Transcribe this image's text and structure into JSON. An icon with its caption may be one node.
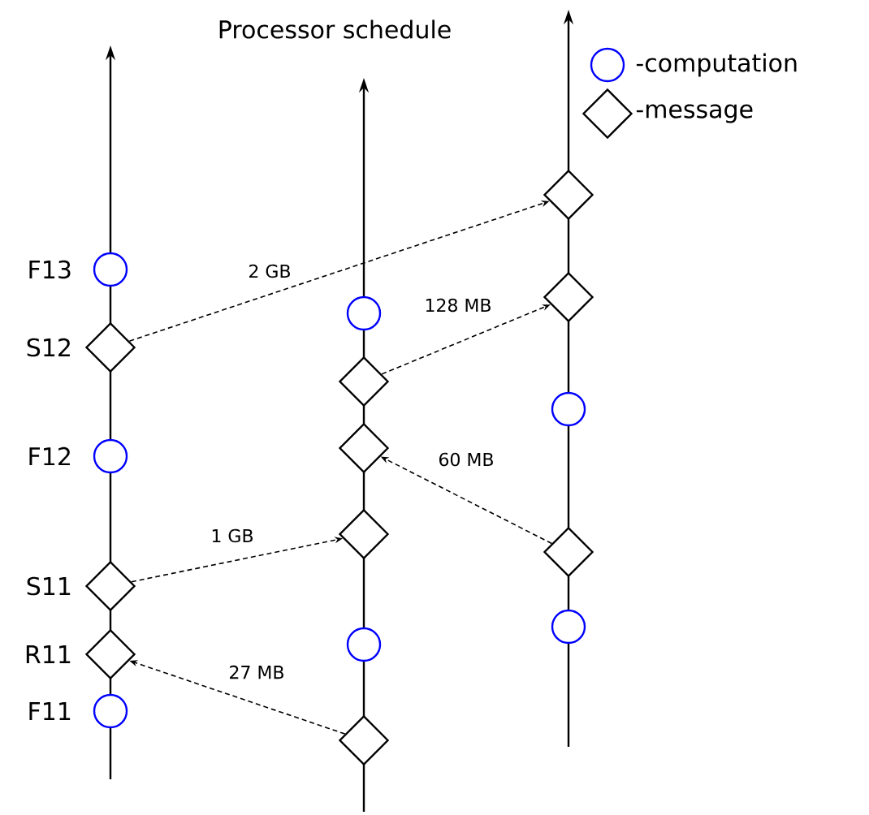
{
  "diagram": {
    "title": "Processor schedule",
    "nodes": [
      {
        "text": [],
        "shape": "circle",
        "beside": [
          "F13"
        ]
      },
      {
        "text": [],
        "shape": "diamond",
        "beside": [
          "S12"
        ]
      },
      {
        "text": [],
        "shape": "circle",
        "beside": [
          "F12"
        ]
      },
      {
        "text": [],
        "shape": "diamond",
        "beside": [
          "S11"
        ]
      },
      {
        "text": [],
        "shape": "diamond",
        "beside": [
          "R11"
        ]
      },
      {
        "text": [],
        "shape": "circle",
        "beside": [
          "F11"
        ]
      },
      {
        "text": [],
        "shape": "circle"
      },
      {
        "text": [],
        "shape": "diamond"
      },
      {
        "text": [],
        "shape": "diamond"
      },
      {
        "text": [],
        "shape": "diamond"
      },
      {
        "text": [],
        "shape": "circle"
      },
      {
        "text": [],
        "shape": "diamond"
      },
      {
        "text": [],
        "shape": "diamond"
      },
      {
        "text": [],
        "shape": "diamond"
      },
      {
        "text": [],
        "shape": "circle"
      },
      {
        "text": [],
        "shape": "diamond"
      },
      {
        "text": [],
        "shape": "circle"
      }
    ],
    "edges": [
      {
        "from": 1,
        "to": 12,
        "arrow": "to",
        "label": "2 GB",
        "style": "dashed"
      },
      {
        "from": 7,
        "to": 13,
        "arrow": "to",
        "label": "128 MB",
        "style": "dashed"
      },
      {
        "from": 15,
        "to": 8,
        "arrow": "to",
        "label": "60 MB",
        "style": "dashed"
      },
      {
        "from": 3,
        "to": 9,
        "arrow": "to",
        "label": "1 GB",
        "style": "dashed"
      },
      {
        "from": 11,
        "to": 4,
        "arrow": "to",
        "label": "27 MB",
        "style": "dashed"
      }
    ],
    "legend": [
      {
        "text": "-computation"
      },
      {
        "text": "-message"
      }
    ]
  }
}
